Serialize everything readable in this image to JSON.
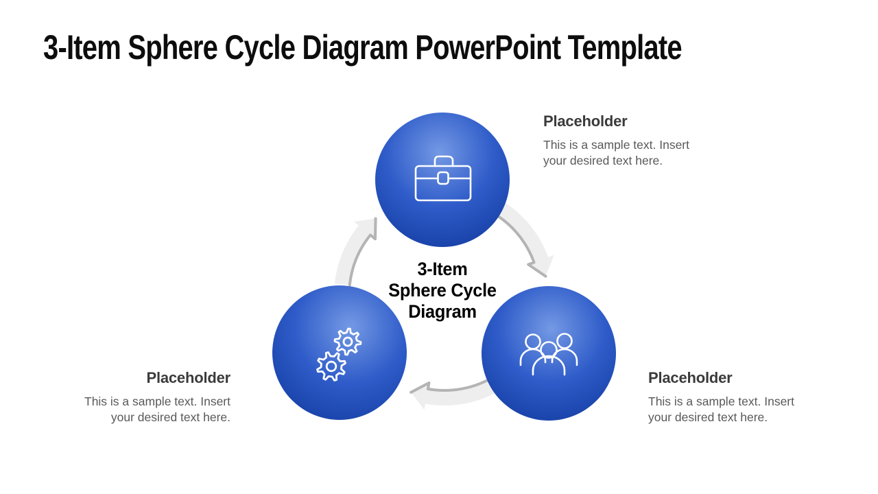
{
  "slide": {
    "title": "3-Item Sphere Cycle Diagram PowerPoint Template",
    "center_label_lines": [
      "3-Item",
      "Sphere Cycle",
      "Diagram"
    ]
  },
  "spheres": [
    {
      "position": "top",
      "icon": "briefcase-icon"
    },
    {
      "position": "bottom-left",
      "icon": "gears-icon"
    },
    {
      "position": "bottom-right",
      "icon": "team-icon"
    }
  ],
  "arrows": [
    {
      "name": "top-to-bottom-right",
      "direction": "clockwise"
    },
    {
      "name": "bottom-right-to-bottom-left",
      "direction": "clockwise"
    },
    {
      "name": "bottom-left-to-top",
      "direction": "clockwise"
    }
  ],
  "placeholders": [
    {
      "position": "top-right",
      "heading": "Placeholder",
      "body_line1": "This is a sample text. Insert",
      "body_line2": "your desired text here.",
      "align": "left"
    },
    {
      "position": "bottom-left",
      "heading": "Placeholder",
      "body_line1": "This is a sample text. Insert",
      "body_line2": "your desired text here.",
      "align": "right"
    },
    {
      "position": "bottom-right",
      "heading": "Placeholder",
      "body_line1": "This is a sample text. Insert",
      "body_line2": "your desired text here.",
      "align": "left"
    }
  ],
  "colors": {
    "sphere_highlight": "#7499e4",
    "sphere_mid": "#2f5cc9",
    "sphere_dark": "#1a44ab",
    "sphere_rim": "#173f9c",
    "arrow_fill": "#eeeeee",
    "arrow_edge": "#b4b4b4",
    "title_color": "#0d0d0d",
    "heading_color": "#3b3b3b",
    "body_color": "#595959",
    "icon_stroke": "#ffffff"
  }
}
